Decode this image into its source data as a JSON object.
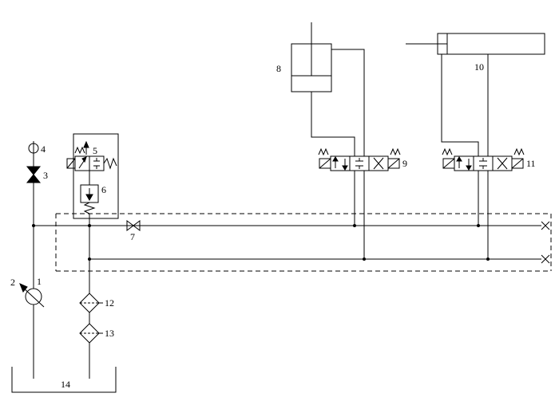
{
  "diagram": {
    "colors": {
      "line": "#000000",
      "background": "#ffffff"
    },
    "labels": {
      "n1": "1",
      "n2": "2",
      "n3": "3",
      "n4": "4",
      "n5": "5",
      "n6": "6",
      "n7": "7",
      "n8": "8",
      "n9": "9",
      "n10": "10",
      "n11": "11",
      "n12": "12",
      "n13": "13",
      "n14": "14"
    }
  }
}
